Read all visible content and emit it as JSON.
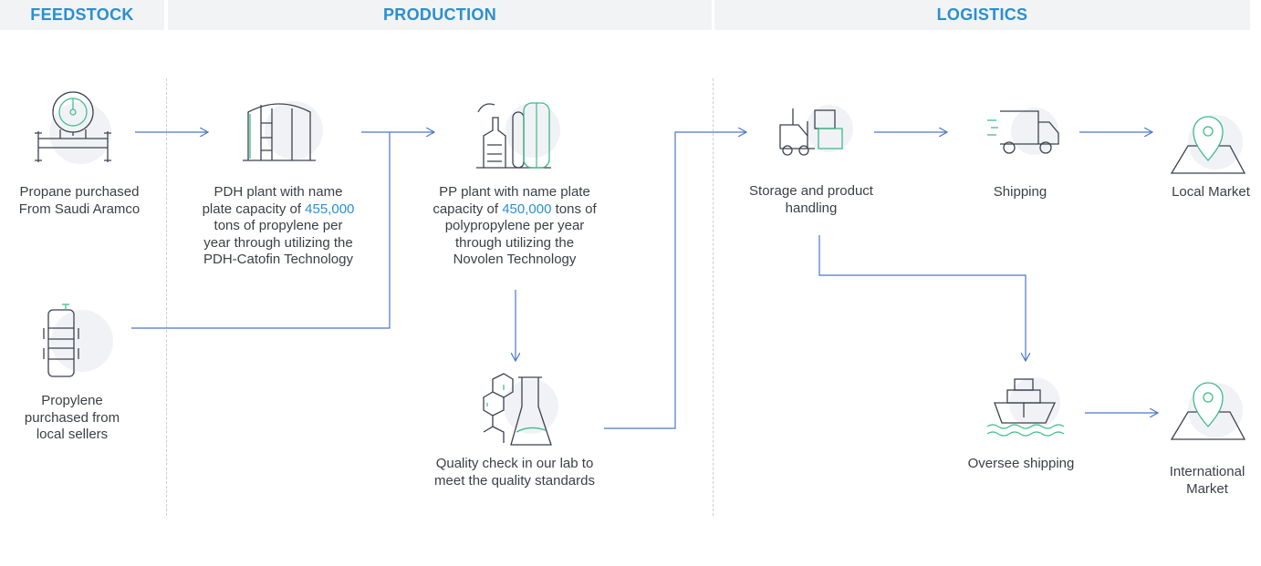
{
  "headers": {
    "feedstock": "FEEDSTOCK",
    "production": "PRODUCTION",
    "logistics": "LOGISTICS"
  },
  "nodes": {
    "propane": {
      "text": "Propane purchased From Saudi Aramco",
      "icon": "tank-gauge-icon"
    },
    "propylene": {
      "text": "Propylene purchased from local sellers",
      "icon": "barrel-icon"
    },
    "pdh": {
      "pre": "PDH plant with name plate capacity of",
      "number": "455,000",
      "post": "tons of propylene per year through utilizing the PDH-Catofin Technology",
      "icon": "storage-tank-icon"
    },
    "pp": {
      "pre": "PP plant with name plate capacity of",
      "number": "450,000",
      "post": "tons of polypropylene per year through utilizing the Novolen Technology",
      "icon": "factory-icon"
    },
    "quality": {
      "text": "Quality check in our lab to meet the quality standards",
      "icon": "lab-flask-icon"
    },
    "storage": {
      "text": "Storage and product handling",
      "icon": "forklift-icon"
    },
    "shipping": {
      "text": "Shipping",
      "icon": "truck-icon"
    },
    "local": {
      "text": "Local Market",
      "icon": "map-pin-icon"
    },
    "oversee": {
      "text": "Oversee shipping",
      "icon": "ship-icon"
    },
    "international": {
      "text": "International Market",
      "icon": "map-pin-icon"
    }
  },
  "colors": {
    "accent": "#2b8fd0",
    "flow": "#4a76c9",
    "line_art": "#3c4250",
    "green": "#3dbb8a"
  }
}
